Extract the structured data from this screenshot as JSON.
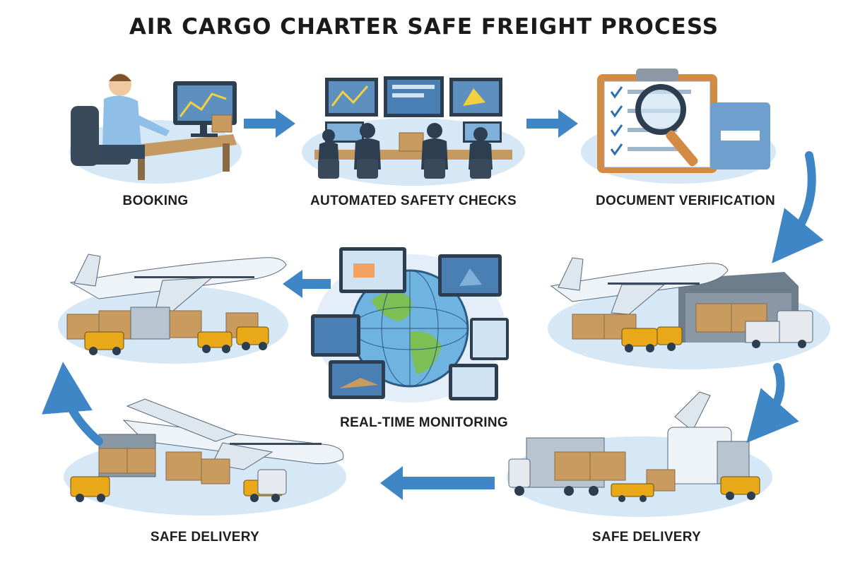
{
  "title": "AIR CARGO CHARTER SAFE FREIGHT PROCESS",
  "steps": [
    {
      "label": "BOOKING"
    },
    {
      "label": "AUTOMATED SAFETY CHECKS"
    },
    {
      "label": "DOCUMENT VERIFICATION"
    },
    {
      "label": "REAL-TIME MONITORING"
    },
    {
      "label": "SAFE DELIVERY"
    },
    {
      "label": "SAFE DELIVERY"
    }
  ],
  "colors": {
    "arrow": "#3f86c6",
    "sky": "#cfe3f3",
    "cargo": "#c99b5e",
    "vehicle": "#e8a817",
    "screen": "#2f5f8f"
  }
}
